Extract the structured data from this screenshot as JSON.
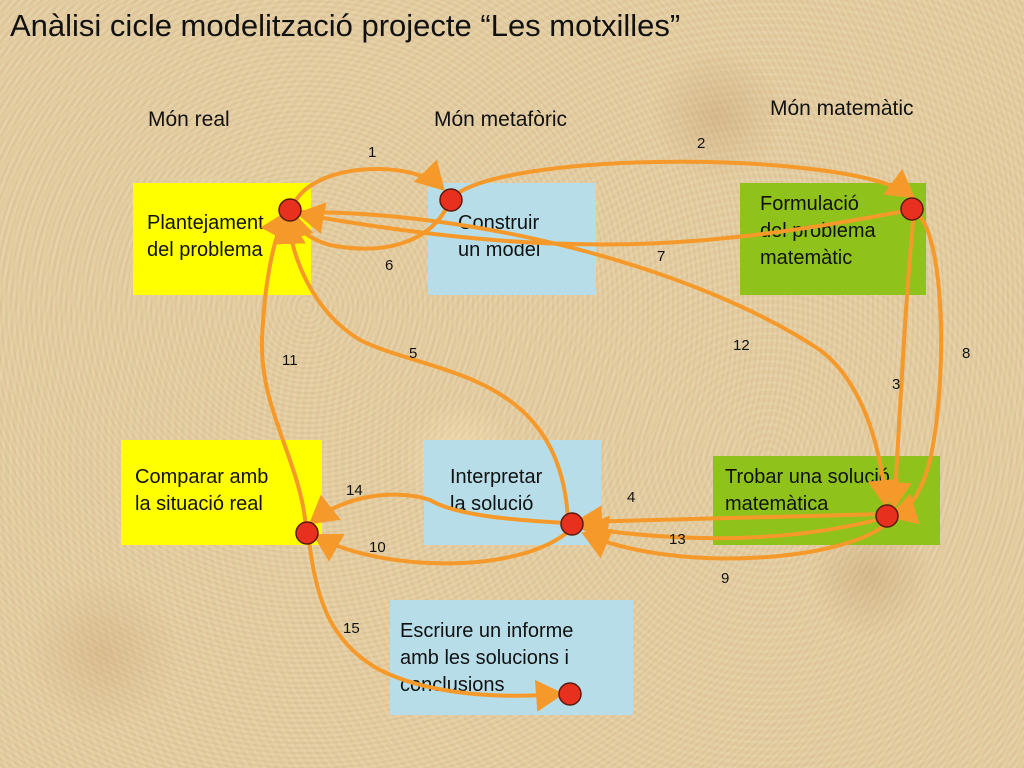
{
  "title": "Anàlisi cicle modelització projecte “Les motxilles”",
  "columns": {
    "real": "Món real",
    "metaphoric": "Món metafòric",
    "mathematic": "Món matemàtic"
  },
  "boxes": {
    "plantejament": "Plantejament\ndel problema",
    "construir": "Construir\nun model",
    "formulacio": "Formulació\ndel problema\nmatemàtic",
    "comparar": "Comparar amb\nla situació real",
    "interpretar": "Interpretar\nla solució",
    "trobar": "Trobar una solució\nmatemàtica",
    "escriure": "Escriure un informe\namb les solucions i\nconclusions"
  },
  "steps": [
    "1",
    "2",
    "3",
    "4",
    "5",
    "6",
    "7",
    "8",
    "9",
    "10",
    "11",
    "12",
    "13",
    "14",
    "15"
  ],
  "colors": {
    "arrow": "#f59a2a",
    "node": "#e8301e",
    "yellow": "#ffff00",
    "blue": "#b7dde8",
    "green": "#8fc21a"
  }
}
